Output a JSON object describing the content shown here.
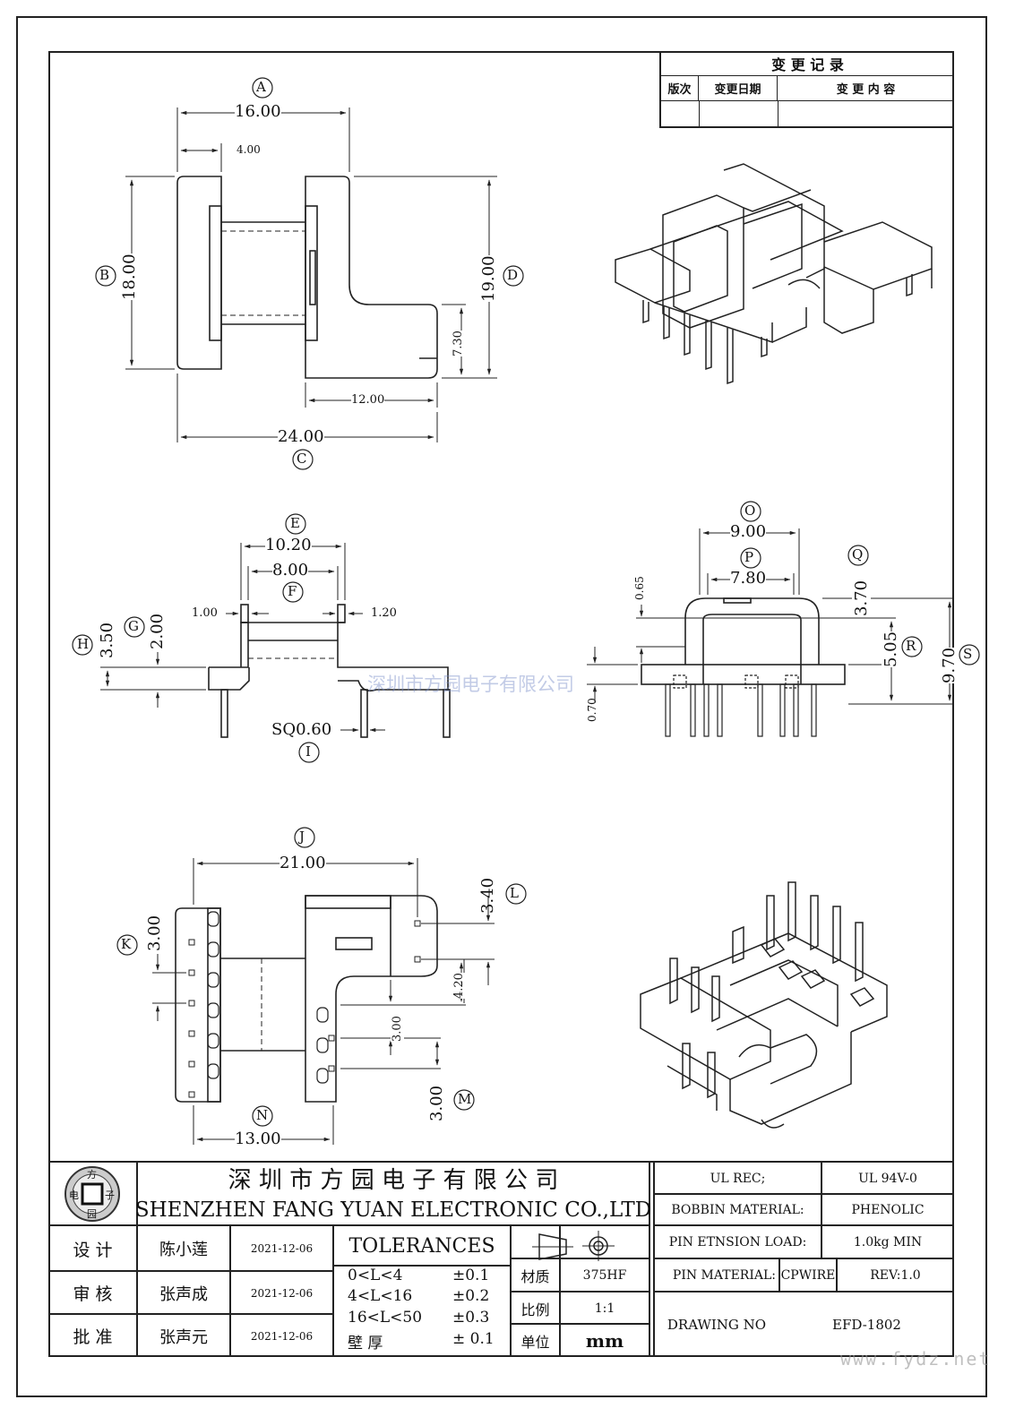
{
  "change_record": {
    "title": "变 更 记 录",
    "col_version": "版次",
    "col_date": "变更日期",
    "col_content": "变 更 内 容"
  },
  "top_view": {
    "label_a": "A",
    "dim_a": "16.00",
    "dim_small": "4.00",
    "label_b": "B",
    "dim_b": "18.00",
    "label_d": "D",
    "dim_d": "19.00",
    "dim_730": "7.30",
    "dim_1200": "12.00",
    "label_c": "C",
    "dim_c": "24.00"
  },
  "side_view": {
    "label_e": "E",
    "dim_e": "10.20",
    "label_f": "F",
    "dim_f": "8.00",
    "dim_100": "1.00",
    "dim_120": "1.20",
    "label_h": "H",
    "dim_h": "3.50",
    "label_g": "G",
    "dim_g": "2.00",
    "dim_sq": "SQ0.60",
    "label_i": "I"
  },
  "front_view": {
    "label_o": "O",
    "dim_o": "9.00",
    "label_p": "P",
    "dim_p": "7.80",
    "label_q": "Q",
    "dim_q": "3.70",
    "dim_065": "0.65",
    "label_r": "R",
    "dim_r": "5.05",
    "label_s": "S",
    "dim_s": "9.70",
    "dim_070": "0.70"
  },
  "bottom_view": {
    "label_j": "J",
    "dim_j": "21.00",
    "label_l": "L",
    "dim_l": "3.40",
    "label_k": "K",
    "dim_k": "3.00",
    "dim_420": "4.20",
    "dim_300b": "3.00",
    "label_m": "M",
    "dim_m": "3.00",
    "label_n": "N",
    "dim_n": "13.00"
  },
  "watermark": "深圳市方园电子有限公司",
  "watermark_url": "www.fydz.net",
  "logo": {
    "top": "方",
    "left": "电",
    "right": "子",
    "bottom": "园"
  },
  "title_block": {
    "company_cn": "深 圳 市 方 园 电 子 有 限 公 司",
    "company_en": "SHENZHEN FANG YUAN ELECTRONIC CO.,LTD",
    "ul_rec_label": "UL REC;",
    "ul_rec_value": "UL  94V-0",
    "bobbin_label": "BOBBIN MATERIAL:",
    "bobbin_value": "PHENOLIC",
    "pin_load_label": "PIN ETNSION LOAD:",
    "pin_load_value": "1.0kg MIN",
    "pin_material_label": "PIN MATERIAL:",
    "pin_material_value": "CPWIRE",
    "rev": "REV:1.0",
    "drawing_no_label": "DRAWING NO",
    "drawing_no_value": "EFD-1802",
    "design_label": "设  计",
    "design_name": "陈小莲",
    "design_date": "2021-12-06",
    "check_label": "审  核",
    "check_name": "张声成",
    "check_date": "2021-12-06",
    "approve_label": "批  准",
    "approve_name": "张声元",
    "approve_date": "2021-12-06",
    "tolerances_title": "TOLERANCES",
    "tol1_range": "0<L<4",
    "tol1_val": "±0.1",
    "tol2_range": "4<L<16",
    "tol2_val": "±0.2",
    "tol3_range": "16<L<50",
    "tol3_val": "±0.3",
    "tol4_range": "壁   厚",
    "tol4_val": "± 0.1",
    "material_label": "材质",
    "material_value": "375HF",
    "scale_label": "比例",
    "scale_value": "1:1",
    "unit_label": "单位",
    "unit_value": "mm"
  }
}
